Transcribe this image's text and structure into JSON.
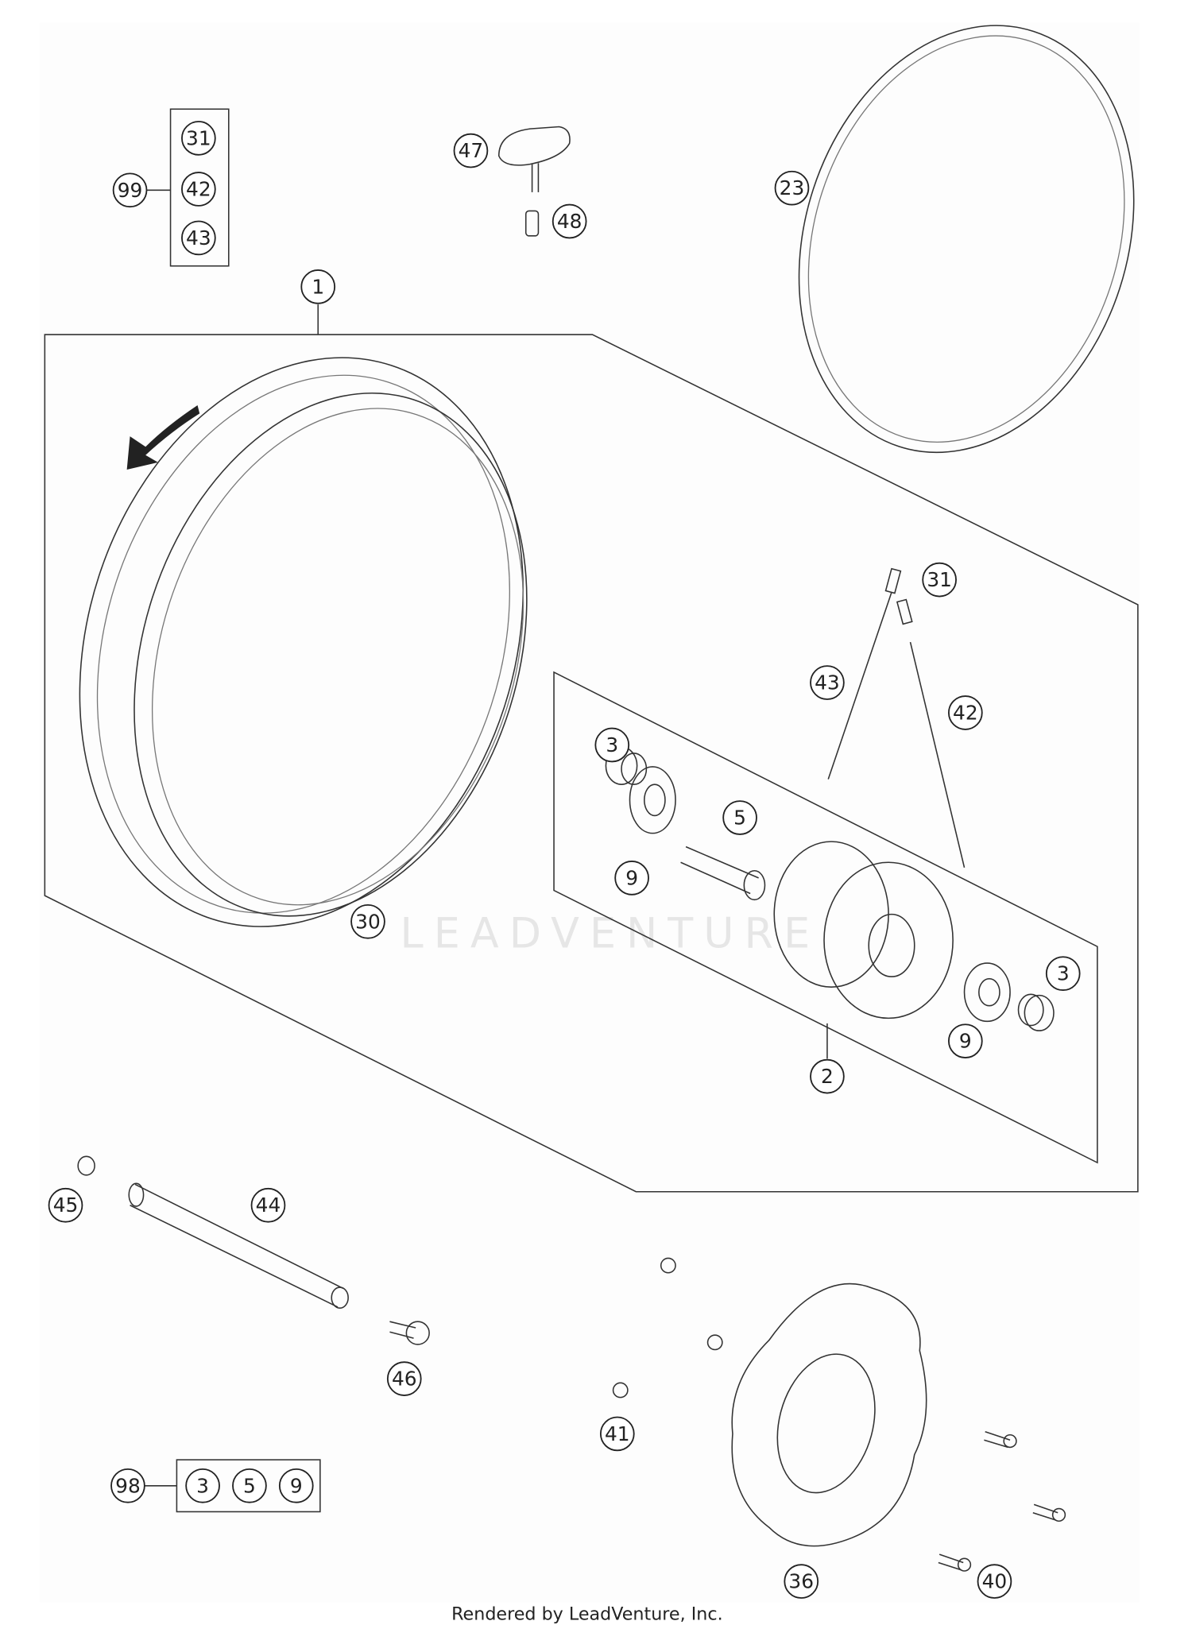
{
  "diagram": {
    "callouts": {
      "c99": "99",
      "g31": "31",
      "g42": "42",
      "g43": "43",
      "c47": "47",
      "c48": "48",
      "c23": "23",
      "c1": "1",
      "c30": "30",
      "c31": "31",
      "c43": "43",
      "c42": "42",
      "c3a": "3",
      "c5": "5",
      "c9a": "9",
      "c3b": "3",
      "c9b": "9",
      "c2": "2",
      "c45": "45",
      "c44": "44",
      "c46": "46",
      "c41": "41",
      "c98": "98",
      "k3": "3",
      "k5": "5",
      "k9": "9",
      "c36": "36",
      "c40": "40"
    },
    "watermark": "LEADVENTURE",
    "footer": "Rendered by LeadVenture, Inc."
  }
}
